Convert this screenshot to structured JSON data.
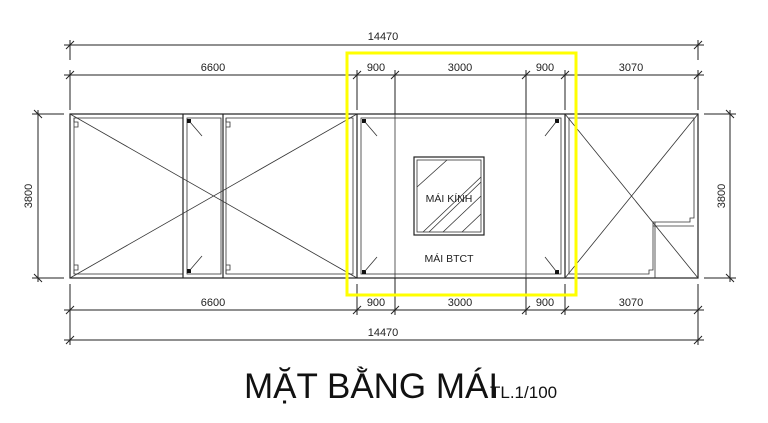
{
  "drawing": {
    "title": "MẶT BẰNG MÁI",
    "scale": "TL.1/100",
    "labels": {
      "skylight": "MÁI KÍNH",
      "concrete_roof": "MÁI BTCT"
    },
    "highlight_color": "#ffff00",
    "dimensions": {
      "top_overall": "14470",
      "top_segments": [
        "6600",
        "900",
        "3000",
        "900",
        "3070"
      ],
      "bottom_segments": [
        "6600",
        "900",
        "3000",
        "900",
        "3070"
      ],
      "bottom_overall": "14470",
      "left_height": "3800",
      "right_height": "3800"
    }
  }
}
